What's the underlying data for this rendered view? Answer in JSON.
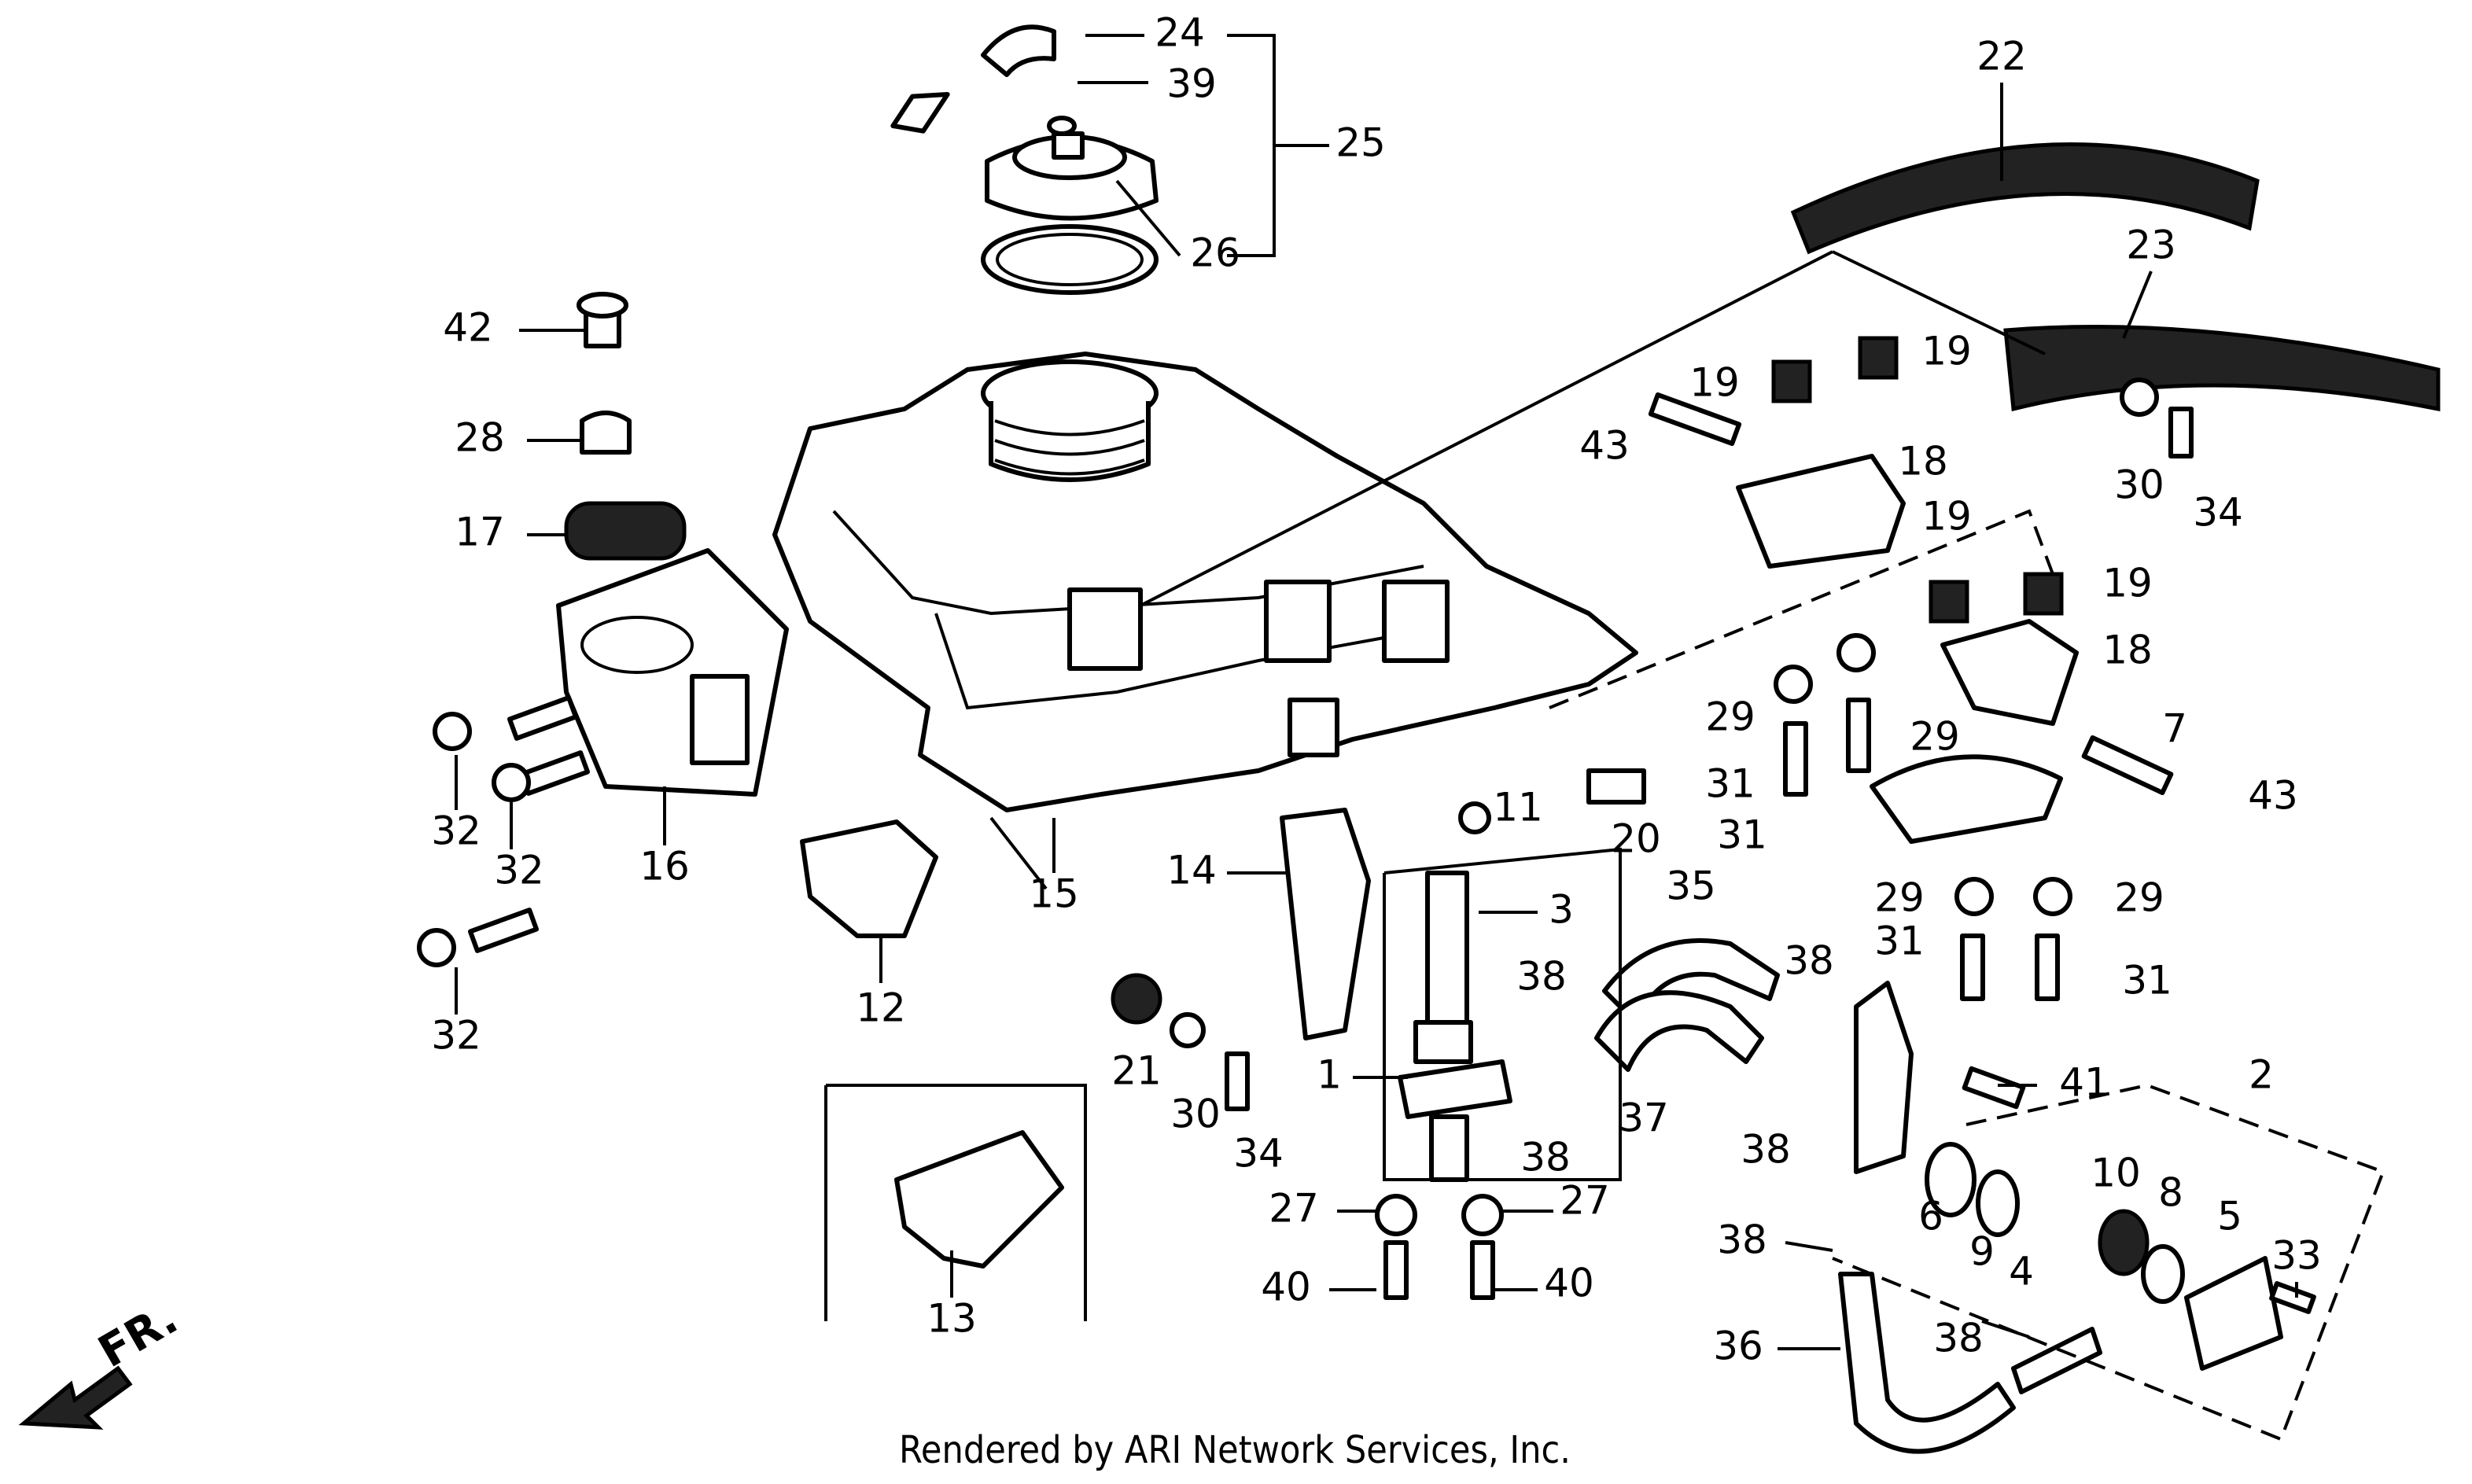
{
  "footer": "Rendered by ARI Network Services, Inc.",
  "direction_label": "FR.",
  "callouts": {
    "c1": "1",
    "c2": "2",
    "c3": "3",
    "c4": "4",
    "c5": "5",
    "c6": "6",
    "c7": "7",
    "c8": "8",
    "c9": "9",
    "c10": "10",
    "c11": "11",
    "c12": "12",
    "c13": "13",
    "c14": "14",
    "c15": "15",
    "c16": "16",
    "c17": "17",
    "c18a": "18",
    "c18b": "18",
    "c19a": "19",
    "c19b": "19",
    "c19c": "19",
    "c19d": "19",
    "c20": "20",
    "c21": "21",
    "c22": "22",
    "c23": "23",
    "c24": "24",
    "c25": "25",
    "c26": "26",
    "c27a": "27",
    "c27b": "27",
    "c28": "28",
    "c29a": "29",
    "c29b": "29",
    "c29c": "29",
    "c29d": "29",
    "c30a": "30",
    "c30b": "30",
    "c31a": "31",
    "c31b": "31",
    "c31c": "31",
    "c31d": "31",
    "c32a": "32",
    "c32b": "32",
    "c32c": "32",
    "c33": "33",
    "c34a": "34",
    "c34b": "34",
    "c35": "35",
    "c36": "36",
    "c37": "37",
    "c38a": "38",
    "c38b": "38",
    "c38c": "38",
    "c38d": "38",
    "c38e": "38",
    "c38f": "38",
    "c39": "39",
    "c40a": "40",
    "c40b": "40",
    "c41": "41",
    "c42": "42",
    "c43a": "43",
    "c43b": "43"
  }
}
